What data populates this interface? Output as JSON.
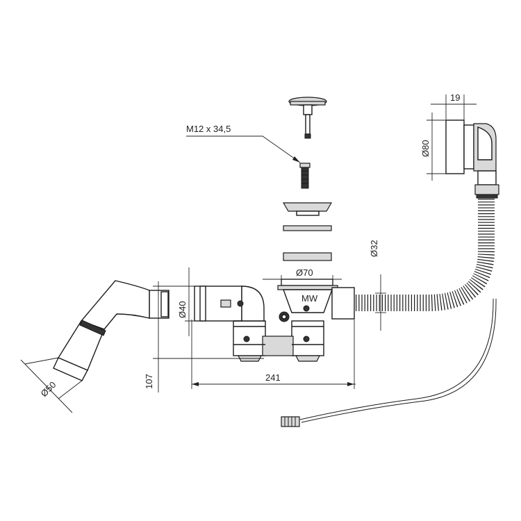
{
  "labels": {
    "thread": "M12 x 34,5",
    "overflow_depth": "19",
    "overflow_diameter": "Ø80",
    "hose_diameter": "Ø32",
    "drain_diameter": "Ø70",
    "outlet_diameter": "Ø40",
    "pipe_diameter": "Ø50",
    "height": "107",
    "width": "241"
  },
  "colors": {
    "line": "#1a1a1a",
    "fill_gray": "#d9d9d9",
    "fill_dark": "#333333"
  }
}
